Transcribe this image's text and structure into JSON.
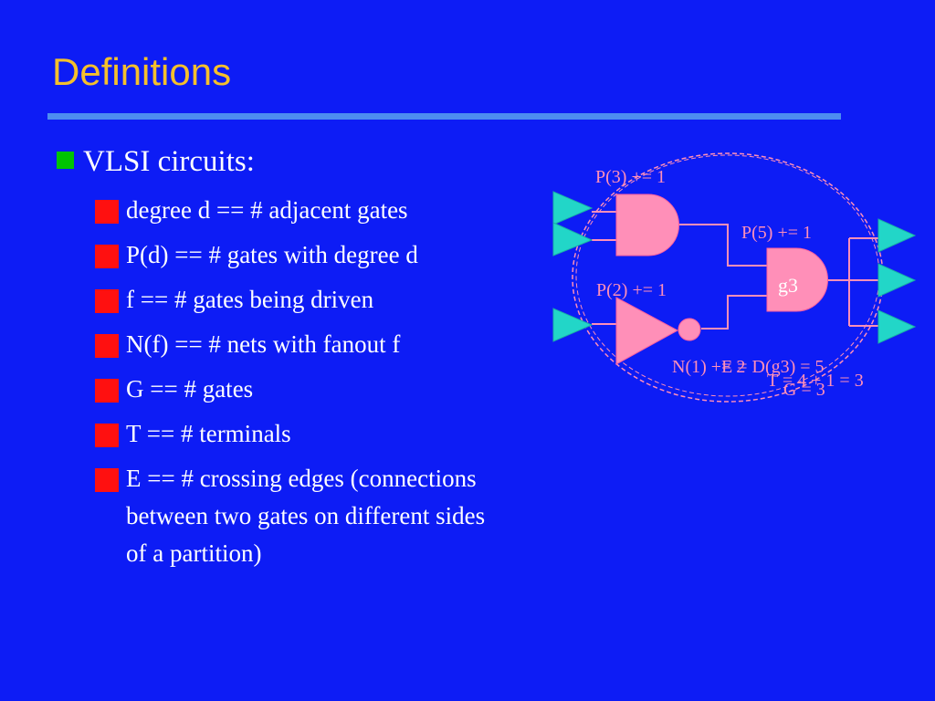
{
  "title": "Definitions",
  "heading": "VLSI circuits:",
  "items": [
    "degree d == # adjacent gates",
    "P(d) == # gates with degree d",
    "f == # gates being driven",
    "N(f) == # nets with fanout f",
    "G == # gates",
    "T == # terminals",
    "E == # crossing edges (connections between two gates on different sides of a partition)"
  ],
  "diagram": {
    "label_p3": "P(3) += 1",
    "label_p5": "P(5) += 1",
    "label_p2": "P(2) += 1",
    "gate_g3": "g3",
    "label_n1": "N(1) += 2",
    "label_dg3": "E = D(g3) = 5",
    "label_t": "T = 4 + 1 = 3",
    "label_g": "G = 3",
    "colors": {
      "gate": "#ff8fb8",
      "terminal": "#22d6c8",
      "wire": "#ff8fb8",
      "text": "#ff8fb8"
    }
  },
  "colors": {
    "background": "#0d1cf5",
    "title": "#f5c02b",
    "rule": "#4d8ef0",
    "bullet_l1": "#00c400",
    "bullet_l2": "#ff1010"
  }
}
